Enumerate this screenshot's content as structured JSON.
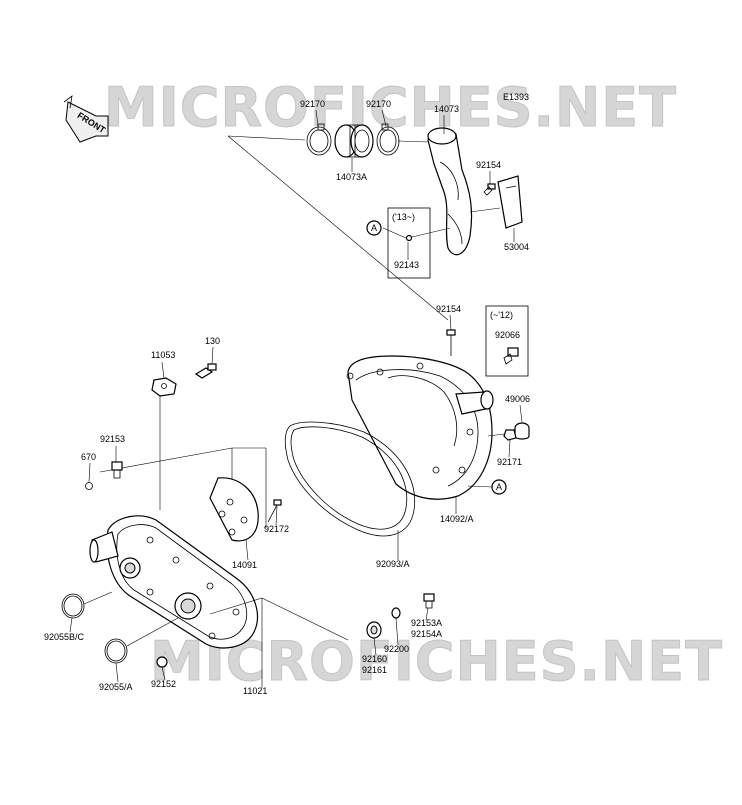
{
  "diagram_code": "E1393",
  "front_label": "FRONT",
  "watermarks": [
    "MICROFICHES.NET",
    "MICROFICHES.NET"
  ],
  "callouts": [
    "A",
    "A"
  ],
  "year_notes": [
    "('13~)",
    "(~'12)"
  ],
  "parts": [
    "92170",
    "92170",
    "14073",
    "14073A",
    "92154",
    "53004",
    "92143",
    "92154",
    "92066",
    "11053",
    "130",
    "49006",
    "92171",
    "14092/A",
    "92153",
    "670",
    "92172",
    "14091",
    "92093/A",
    "92055B/C",
    "92153A",
    "92154A",
    "92200",
    "92160",
    "92161",
    "92055/A",
    "92152",
    "11021"
  ]
}
